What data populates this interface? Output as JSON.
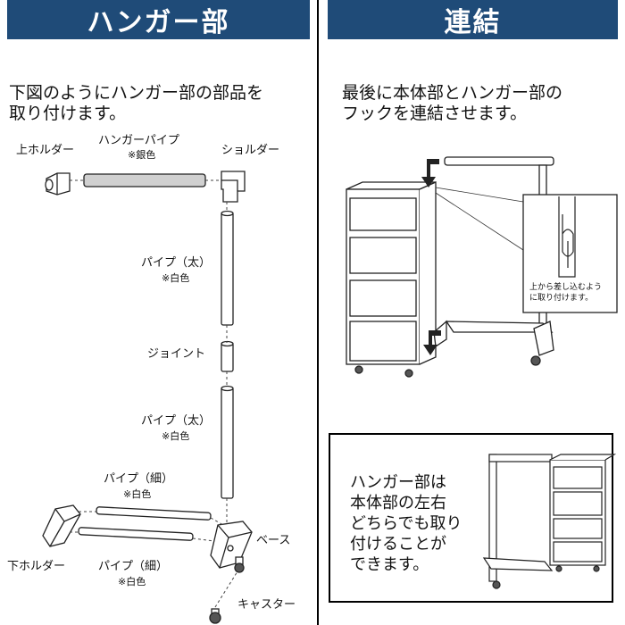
{
  "left_panel": {
    "title": "ハンガー部",
    "description_lines": [
      "下図のようにハンガー部の部品を",
      "取り付けます。"
    ],
    "parts": {
      "upper_holder": "上ホルダー",
      "hanger_pipe": "ハンガーパイプ",
      "hanger_pipe_note": "※銀色",
      "shoulder": "ショルダー",
      "pipe_thick_1": "パイプ（太）",
      "pipe_thick_1_note": "※白色",
      "joint": "ジョイント",
      "pipe_thick_2": "パイプ（太）",
      "pipe_thick_2_note": "※白色",
      "pipe_thin_1": "パイプ（細）",
      "pipe_thin_1_note": "※白色",
      "base": "ベース",
      "lower_holder": "下ホルダー",
      "pipe_thin_2": "パイプ（細）",
      "pipe_thin_2_note": "※白色",
      "caster": "キャスター"
    }
  },
  "right_panel": {
    "title": "連結",
    "description_lines": [
      "最後に本体部とハンガー部の",
      "フックを連結させます。"
    ],
    "inset_note_lines": [
      "上から差し込むよう",
      "に取り付けます。"
    ],
    "box_text_lines": [
      "ハンガー部は",
      "本体部の左右",
      "どちらでも取り",
      "付けることが",
      "できます。"
    ]
  },
  "colors": {
    "header_bg": "#1f4b78",
    "header_text": "#ffffff",
    "silver_pipe": "#d0d0d0",
    "white_part": "#ffffff"
  }
}
